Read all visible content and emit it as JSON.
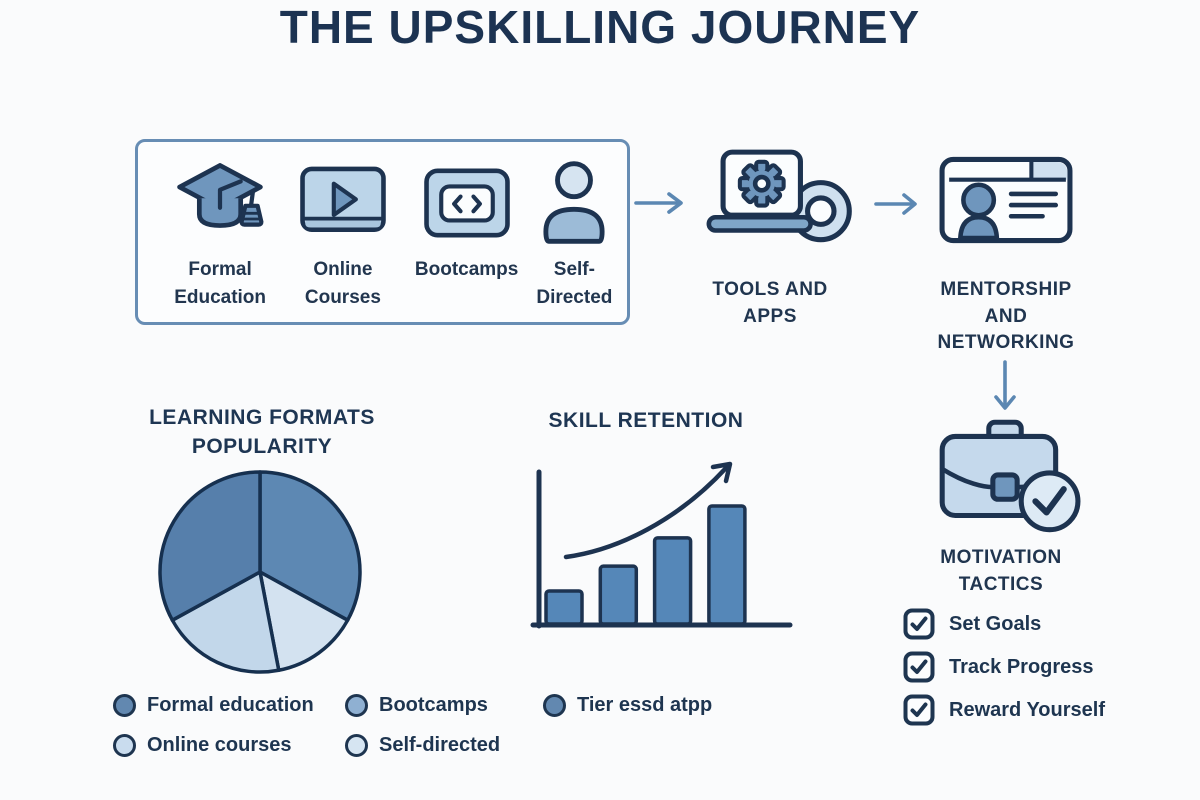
{
  "title": "THE UPSKILLING JOURNEY",
  "formats_box": {
    "items": [
      {
        "icon": "graduation-cap-icon",
        "line1": "Formal",
        "line2": "Education"
      },
      {
        "icon": "video-player-icon",
        "line1": "Online",
        "line2": "Courses"
      },
      {
        "icon": "code-screen-icon",
        "line1": "Bootcamps",
        "line2": ""
      },
      {
        "icon": "person-icon",
        "line1": "Self-",
        "line2": "Directed"
      }
    ]
  },
  "nodes": {
    "tools": {
      "line1": "TOOLS AND",
      "line2": "APPS"
    },
    "mentorship": {
      "line1": "MENTORSHIP",
      "line2": "AND",
      "line3": "NETWORKING"
    },
    "motivation": {
      "line1": "MOTIVATION",
      "line2": "TACTICS"
    }
  },
  "sections": {
    "pie": {
      "line1": "LEARNING FORMATS",
      "line2": "POPULARITY"
    },
    "bar": {
      "title": "SKILL RETENTION"
    }
  },
  "checklist": {
    "items": [
      {
        "label": "Set Goals"
      },
      {
        "label": "Track Progress"
      },
      {
        "label": "Reward Yourself"
      }
    ]
  },
  "legend": {
    "items": [
      {
        "label": "Formal education",
        "color": "#6288b0"
      },
      {
        "label": "Online courses",
        "color": "#c9dcee"
      },
      {
        "label": "Bootcamps",
        "color": "#8fb0d2"
      },
      {
        "label": "Self-directed",
        "color": "#d6e5f2"
      },
      {
        "label": "Tier essd atpp",
        "color": "#6288b0"
      }
    ]
  },
  "chart_data": [
    {
      "type": "pie",
      "title": "LEARNING FORMATS POPULARITY",
      "labels": [
        "Formal education",
        "Self-directed",
        "Online courses",
        "Bootcamps"
      ],
      "values": [
        33,
        14,
        20,
        33
      ],
      "colors": [
        "#5d88b3",
        "#d3e2f0",
        "#c2d7ea",
        "#567fab"
      ],
      "start_angle_deg": 0,
      "legend_position": "bottom"
    },
    {
      "type": "bar",
      "title": "SKILL RETENTION",
      "categories": [
        "",
        "",
        "",
        ""
      ],
      "values": [
        28,
        49,
        73,
        100
      ],
      "bar_color": "#5587b8",
      "ylim": [
        0,
        100
      ],
      "grid": false,
      "annotation": "upward curved trend arrow"
    }
  ],
  "colors": {
    "navy": "#1d3350",
    "steel_blue": "#6f96bd",
    "light_blue": "#bcd5e9",
    "pale_blue": "#d6e4f1",
    "arrow_blue": "#5b87b2",
    "box_border": "#678db4",
    "background": "#fafbfc"
  }
}
